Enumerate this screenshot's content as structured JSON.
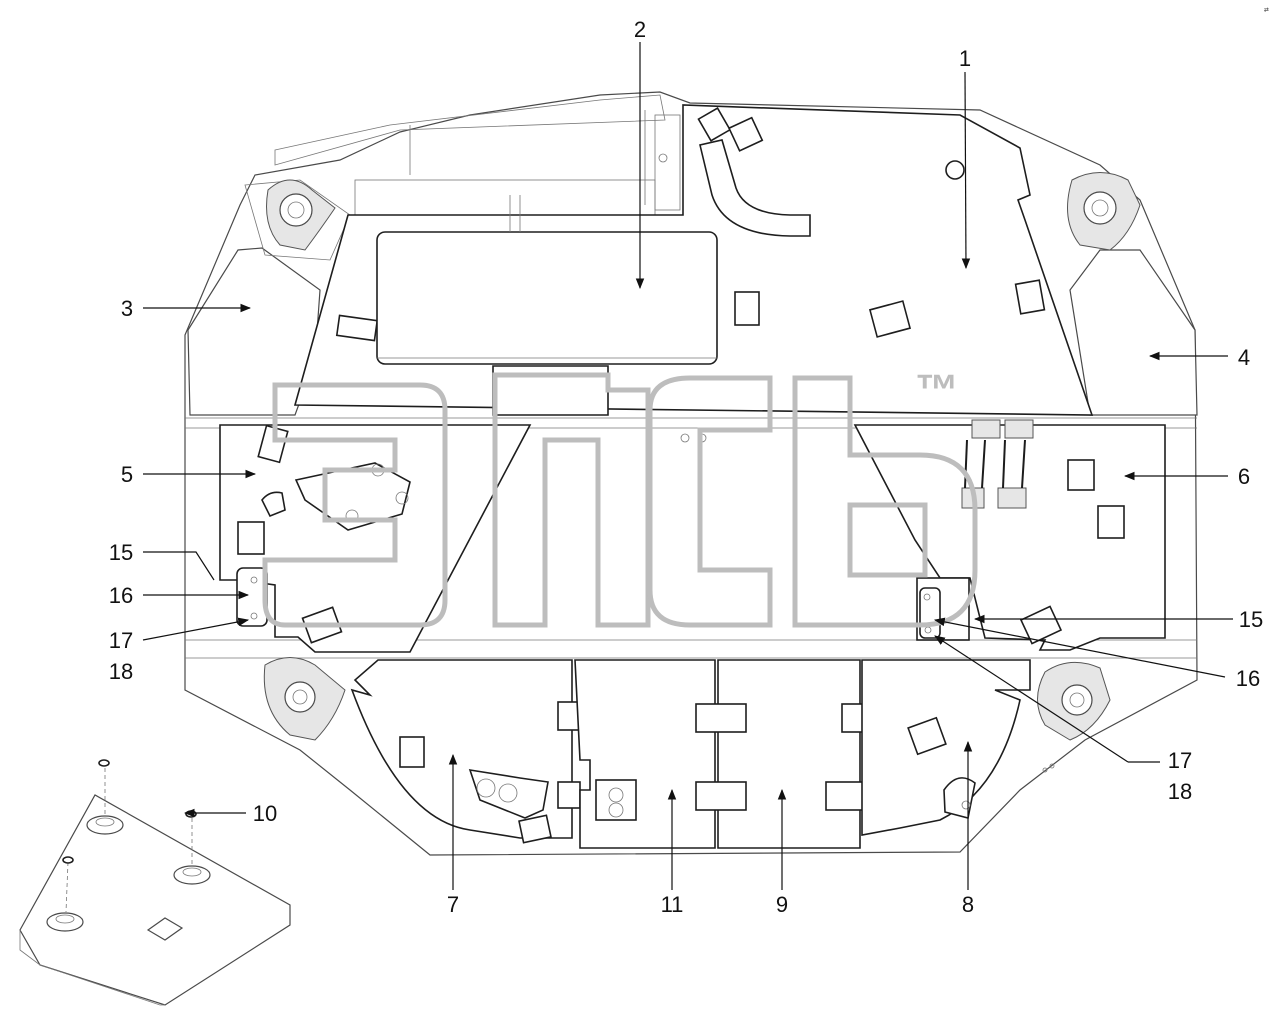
{
  "callouts": {
    "c1": "1",
    "c2": "2",
    "c3": "3",
    "c4": "4",
    "c5": "5",
    "c6": "6",
    "c7": "7",
    "c8": "8",
    "c9": "9",
    "c10": "10",
    "c11": "11",
    "c15l": "15",
    "c16l": "16",
    "c17l": "17",
    "c18l": "18",
    "c15r": "15",
    "c16r": "16",
    "c17r": "17",
    "c18r": "18"
  },
  "watermark": {
    "trademark": "™"
  },
  "corner_mark": "⇄",
  "colors": {
    "line": "#4a4a4a",
    "ink": "#111111",
    "watermark": "#bdbdbd"
  }
}
